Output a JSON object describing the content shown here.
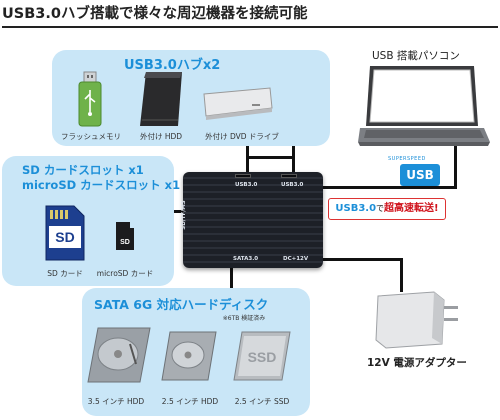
{
  "headline": "USB3.0ハブ搭載で様々な周辺機器を接続可能",
  "hub_panel": {
    "title": "USB3.0ハブx2",
    "devices": [
      {
        "label": "フラッシュメモリ",
        "icon": "usb-flash-drive-icon"
      },
      {
        "label": "外付け HDD",
        "icon": "external-hdd-icon"
      },
      {
        "label": "外付け DVD ドライブ",
        "icon": "external-dvd-drive-icon"
      }
    ]
  },
  "sd_panel": {
    "title_line1": "SD カードスロット x1",
    "title_line2": "microSD カードスロット x1",
    "devices": [
      {
        "label": "SD カード",
        "icon": "sd-card-icon",
        "card_text": "SD"
      },
      {
        "label": "microSD カード",
        "icon": "microsd-card-icon",
        "card_text": "SD"
      }
    ]
  },
  "sata_panel": {
    "title": "SATA 6G 対応ハードディスク",
    "note": "※6TB 検証済み",
    "devices": [
      {
        "label": "3.5 インチ HDD",
        "icon": "hdd-3-5-icon"
      },
      {
        "label": "2.5 インチ HDD",
        "icon": "hdd-2-5-icon"
      },
      {
        "label": "2.5 インチ SSD",
        "icon": "ssd-2-5-icon",
        "ssd_text": "SSD"
      }
    ]
  },
  "hub_device": {
    "port_label_left": "USB3.0",
    "port_label_right": "USB3.0",
    "bottom_label_left": "SATA3.0",
    "bottom_label_right": "DC+12V",
    "side_label": "SD/TF/MS"
  },
  "laptop": {
    "label": "USB 搭載パソコン"
  },
  "usb_badge": {
    "top": "SUPERSPEED",
    "main": "USB"
  },
  "speed_callout": {
    "usb": "USB3.0",
    "suffix_small": "で",
    "emphasis": "超高速転送!"
  },
  "adapter": {
    "label": "12V 電源アダプター"
  },
  "colors": {
    "panel_bg": "#c9e6f7",
    "accent_blue": "#1c8fd8",
    "accent_red": "#d0121b"
  }
}
